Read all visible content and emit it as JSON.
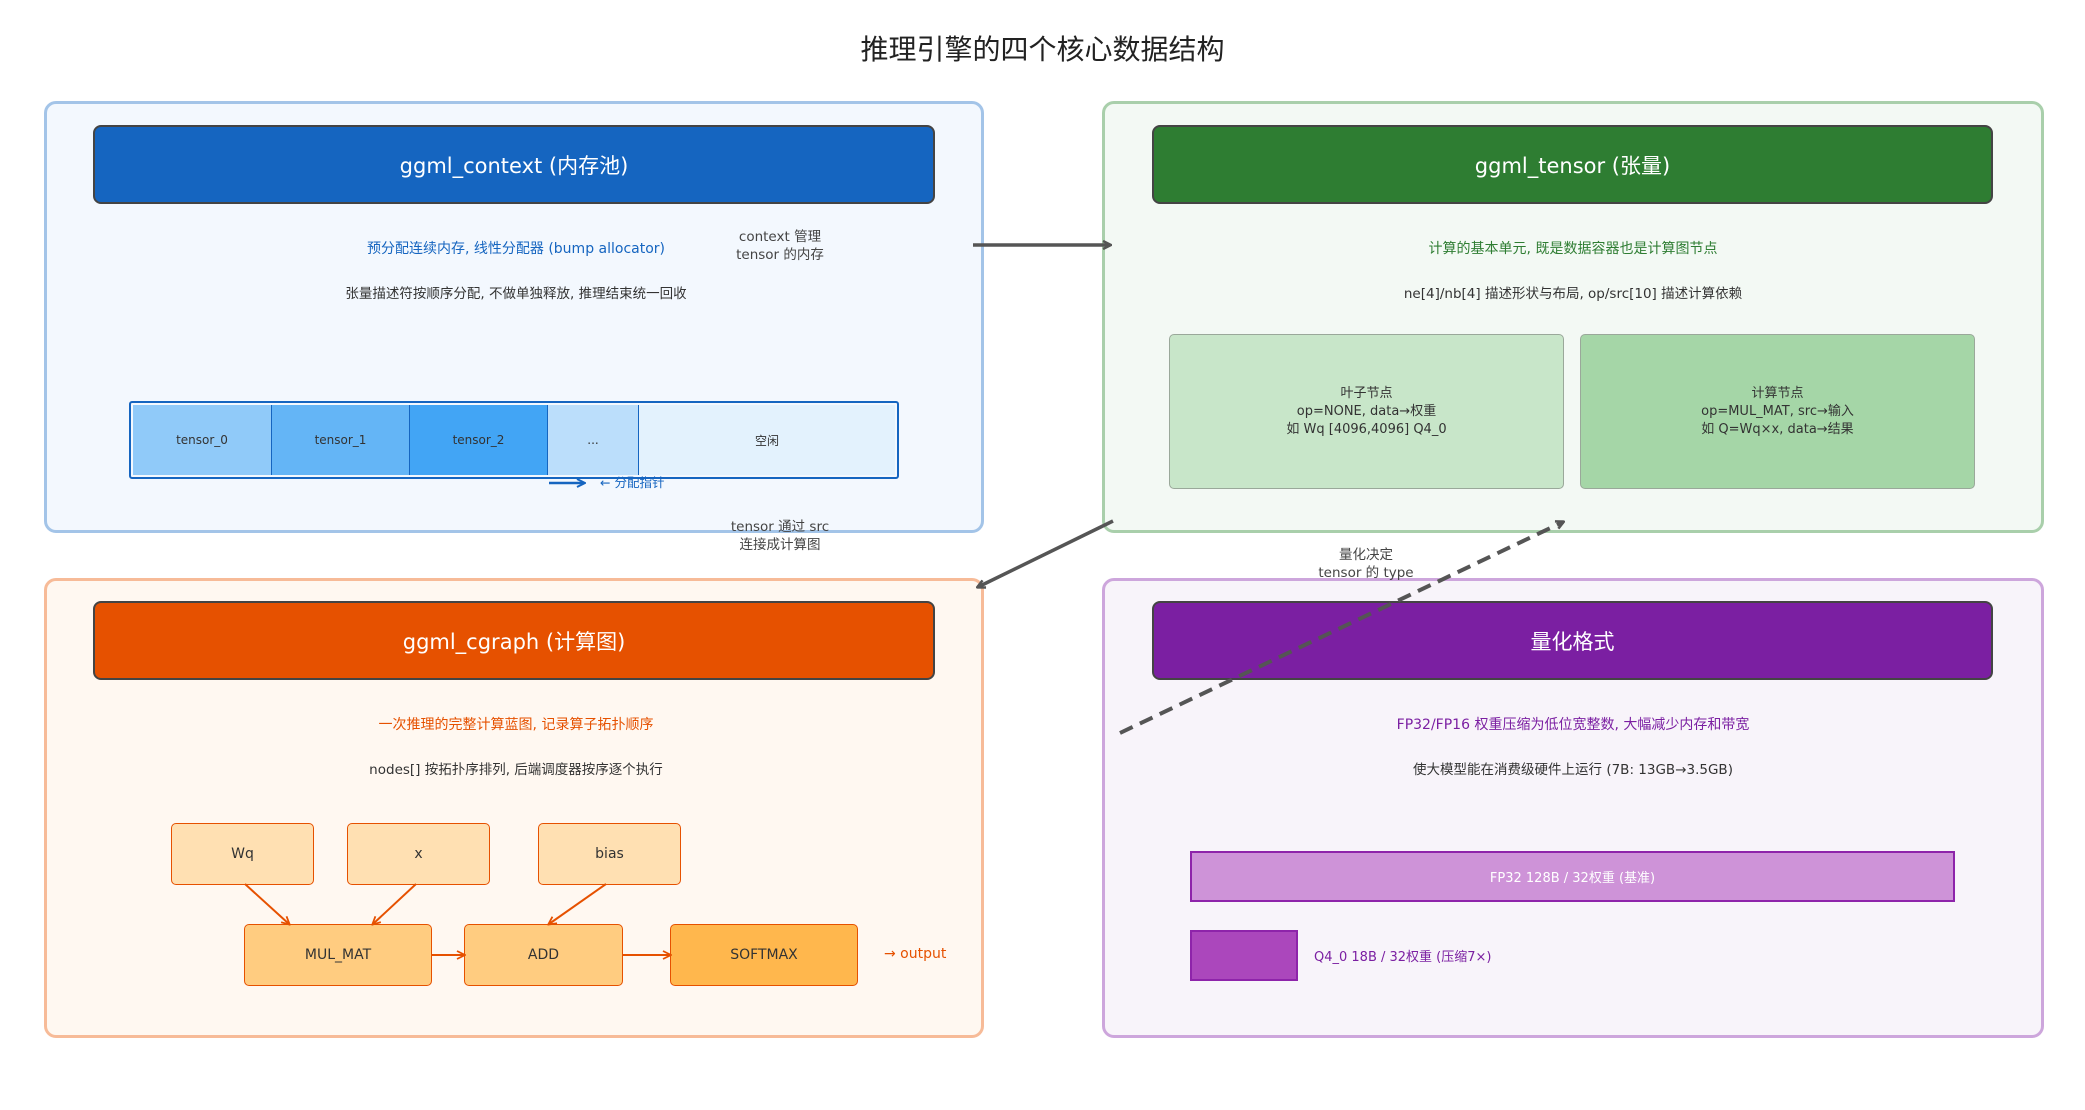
{
  "title": "推理引擎的四个核心数据结构",
  "colors": {
    "context": "#1565c0",
    "tensor": "#2e7d32",
    "cgraph": "#e65100",
    "quant": "#7b1fa2",
    "arrow": "#555555"
  },
  "context": {
    "header": "ggml_context (内存池)",
    "subtitle": "预分配连续内存, 线性分配器 (bump allocator)",
    "description": "张量描述符按顺序分配, 不做单独释放, 推理结束统一回收",
    "memory_cells": [
      {
        "label": "tensor_0",
        "color": "#90caf9"
      },
      {
        "label": "tensor_1",
        "color": "#64b5f6"
      },
      {
        "label": "tensor_2",
        "color": "#42a5f5"
      },
      {
        "label": "...",
        "color": "#bbdefb"
      },
      {
        "label": "空闲",
        "color": "#e3f2fd"
      }
    ],
    "pointer_label": "← 分配指针"
  },
  "tensor": {
    "header": "ggml_tensor (张量)",
    "subtitle": "计算的基本单元, 既是数据容器也是计算图节点",
    "description": "ne[4]/nb[4] 描述形状与布局, op/src[10] 描述计算依赖",
    "leaf_node": {
      "lines": [
        "叶子节点",
        "op=NONE, data→权重",
        "如 Wq [4096,4096] Q4_0"
      ]
    },
    "compute_node": {
      "lines": [
        "计算节点",
        "op=MUL_MAT, src→输入",
        "如 Q=Wq×x, data→结果"
      ]
    }
  },
  "cgraph": {
    "header": "ggml_cgraph (计算图)",
    "subtitle": "一次推理的完整计算蓝图, 记录算子拓扑顺序",
    "description": "nodes[] 按拓扑序排列, 后端调度器按序逐个执行",
    "inputs": [
      "Wq",
      "x",
      "bias"
    ],
    "ops": [
      "MUL_MAT",
      "ADD",
      "SOFTMAX"
    ],
    "output_label": "→ output"
  },
  "quant": {
    "header": "量化格式",
    "subtitle": "FP32/FP16 权重压缩为低位宽整数, 大幅减少内存和带宽",
    "description": "使大模型能在消费级硬件上运行 (7B: 13GB→3.5GB)",
    "fp32_label": "FP32  128B / 32权重  (基准)",
    "q4_label": "Q4_0  18B / 32权重  (压缩7×)",
    "fp32_bytes": 128,
    "q4_bytes": 18
  },
  "edges": [
    {
      "from": "ggml_context",
      "to": "ggml_tensor",
      "lines": [
        "context 管理",
        "tensor 的内存"
      ],
      "style": "solid"
    },
    {
      "from": "ggml_tensor",
      "to": "ggml_cgraph",
      "lines": [
        "tensor 通过 src",
        "连接成计算图"
      ],
      "style": "solid"
    },
    {
      "from": "量化格式",
      "to": "ggml_tensor",
      "lines": [
        "量化决定",
        "tensor 的 type"
      ],
      "style": "dashed"
    }
  ]
}
